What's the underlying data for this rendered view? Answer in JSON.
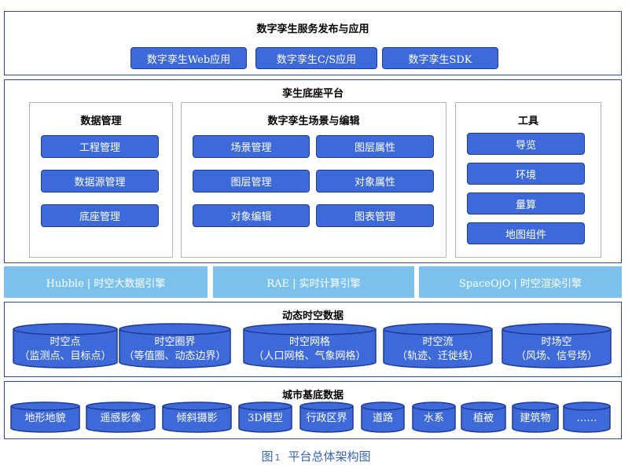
{
  "service_layer": {
    "title": "数字孪生服务发布与应用",
    "apps": [
      "数字孪生Web应用",
      "数字孪生C/S应用",
      "数字孪生SDK"
    ]
  },
  "platform": {
    "title": "孪生底座平台",
    "data_mgmt": {
      "title": "数据管理",
      "items": [
        "工程管理",
        "数据源管理",
        "底座管理"
      ]
    },
    "scene_edit": {
      "title": "数字孪生场景与编辑",
      "items": [
        "场景管理",
        "图层属性",
        "图层管理",
        "对象属性",
        "对象编辑",
        "图表管理"
      ]
    },
    "tools": {
      "title": "工具",
      "items": [
        "导览",
        "环境",
        "量算",
        "地图组件"
      ]
    }
  },
  "engines": [
    "Hubble | 时空大数据引擎",
    "RAE | 实时计算引擎",
    "SpaceOjO | 时空渲染引擎"
  ],
  "dynamic": {
    "title": "动态时空数据",
    "items": [
      {
        "name": "时空点",
        "sub": "（监测点、目标点）"
      },
      {
        "name": "时空圈界",
        "sub": "（等值圈、动态边界）"
      },
      {
        "name": "时空网格",
        "sub": "（人口网格、气象网格）"
      },
      {
        "name": "时空流",
        "sub": "（轨迹、迁徙线）"
      },
      {
        "name": "时场空",
        "sub": "（风场、信号场）"
      }
    ]
  },
  "base": {
    "title": "城市基底数据",
    "items": [
      "地形地貌",
      "遥感影像",
      "倾斜摄影",
      "3D模型",
      "行政区界",
      "道路",
      "水系",
      "植被",
      "建筑物",
      "……"
    ]
  },
  "caption": {
    "prefix": "图",
    "num": "1",
    "text": "平台总体架构图"
  },
  "colors": {
    "frame": "#2d4aa6",
    "button": "#3d6ad8",
    "engine": "#7cc1ec",
    "caption": "#3a64b0"
  }
}
